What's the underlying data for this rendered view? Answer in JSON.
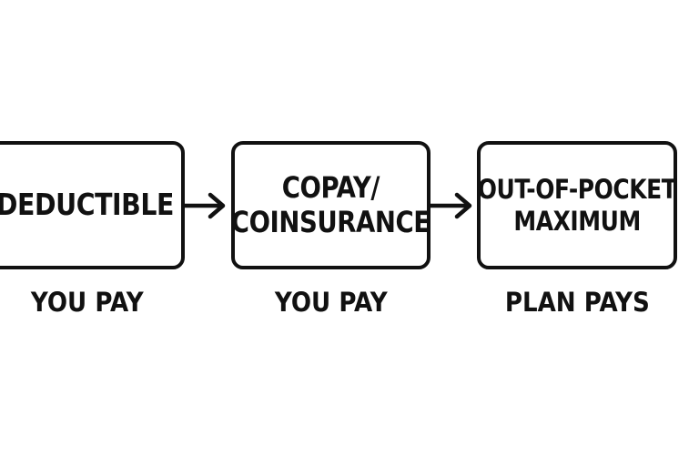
{
  "steps": [
    {
      "lines": [
        "DEDUCTIBLE"
      ],
      "caption": "YOU PAY"
    },
    {
      "lines": [
        "COPAY/",
        "COINSURANCE"
      ],
      "caption": "YOU PAY"
    },
    {
      "lines": [
        "OUT-OF-POCKET",
        "MAXIMUM"
      ],
      "caption": "PLAN PAYS"
    }
  ],
  "arrows": [
    {
      "from": "step-deductible",
      "to": "step-copay-coinsurance"
    },
    {
      "from": "step-copay-coinsurance",
      "to": "step-out-of-pocket-maximum"
    }
  ]
}
